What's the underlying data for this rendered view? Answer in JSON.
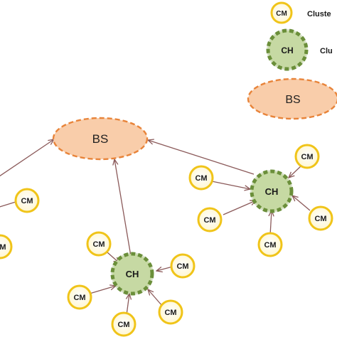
{
  "legend": {
    "cm_label": "CM",
    "cm_text": "Cluste",
    "ch_label": "CH",
    "ch_text": "Clu",
    "bs_label": "BS"
  },
  "nodes": {
    "bs_main": "BS",
    "ch_right": "CH",
    "ch_bottom": "CH",
    "cm_r1": "CM",
    "cm_r2": "CM",
    "cm_r3": "CM",
    "cm_r4": "CM",
    "cm_r5": "CM",
    "cm_b1": "CM",
    "cm_b2": "CM",
    "cm_b3": "CM",
    "cm_b4": "CM",
    "cm_b5": "CM",
    "cm_l1": "CM",
    "cm_l2": "CM"
  },
  "colors": {
    "cm_fill": "#fffbe6",
    "cm_stroke": "#f0c419",
    "ch_fill": "#c6d9a3",
    "ch_stroke": "#6b8f3a",
    "bs_fill": "#f9cdaa",
    "bs_stroke": "#e8843a",
    "arrow": "#8b5a5a"
  }
}
